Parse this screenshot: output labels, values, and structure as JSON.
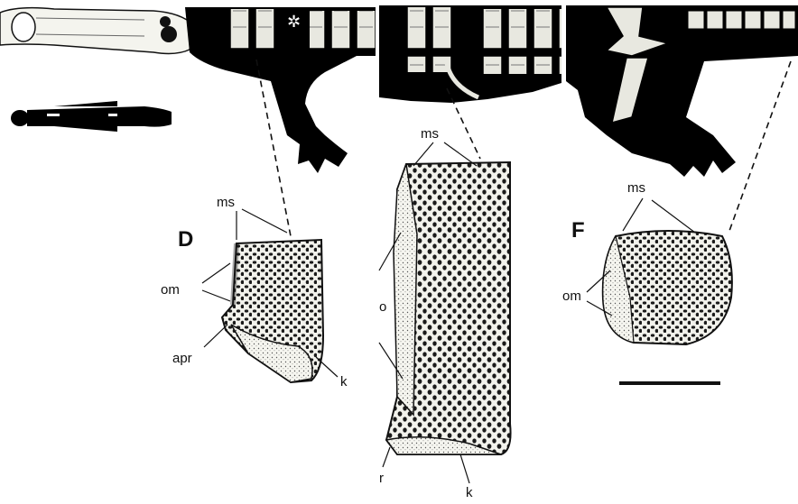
{
  "panels": [
    {
      "id": "D",
      "label": "D",
      "annotations": [
        "ms",
        "om",
        "apr",
        "k"
      ]
    },
    {
      "id": "E",
      "label": "",
      "annotations": [
        "ms",
        "o",
        "r",
        "k"
      ]
    },
    {
      "id": "F",
      "label": "F",
      "annotations": [
        "ms",
        "om"
      ],
      "scale_bar": true
    }
  ],
  "colors": {
    "ink": "#111111",
    "bone_fill": "#f2f2ec",
    "pore": "#1a1a1a",
    "background": "#ffffff"
  }
}
